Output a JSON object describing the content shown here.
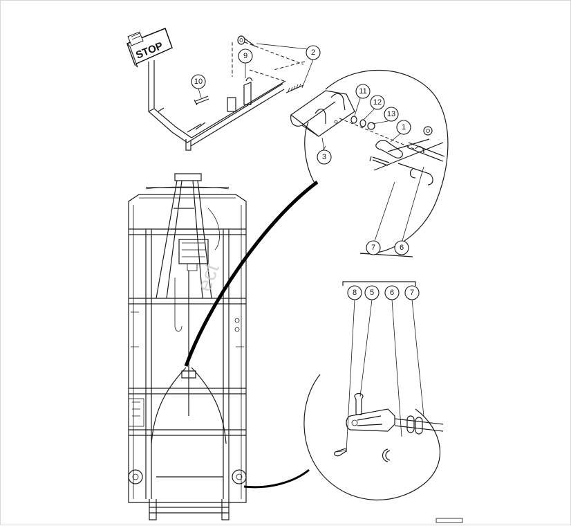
{
  "diagram": {
    "sign_text": "STOP",
    "callouts": [
      {
        "id": "c2",
        "label": "2"
      },
      {
        "id": "c9",
        "label": "9"
      },
      {
        "id": "c10",
        "label": "10"
      },
      {
        "id": "c11",
        "label": "11"
      },
      {
        "id": "c12",
        "label": "12"
      },
      {
        "id": "c13",
        "label": "13"
      },
      {
        "id": "c1",
        "label": "1"
      },
      {
        "id": "c3",
        "label": "3"
      },
      {
        "id": "c7a",
        "label": "7"
      },
      {
        "id": "c6a",
        "label": "6"
      },
      {
        "id": "c8",
        "label": "8"
      },
      {
        "id": "c5",
        "label": "5"
      },
      {
        "id": "c6b",
        "label": "6"
      },
      {
        "id": "c7b",
        "label": "7"
      }
    ],
    "watermark": "ect"
  }
}
